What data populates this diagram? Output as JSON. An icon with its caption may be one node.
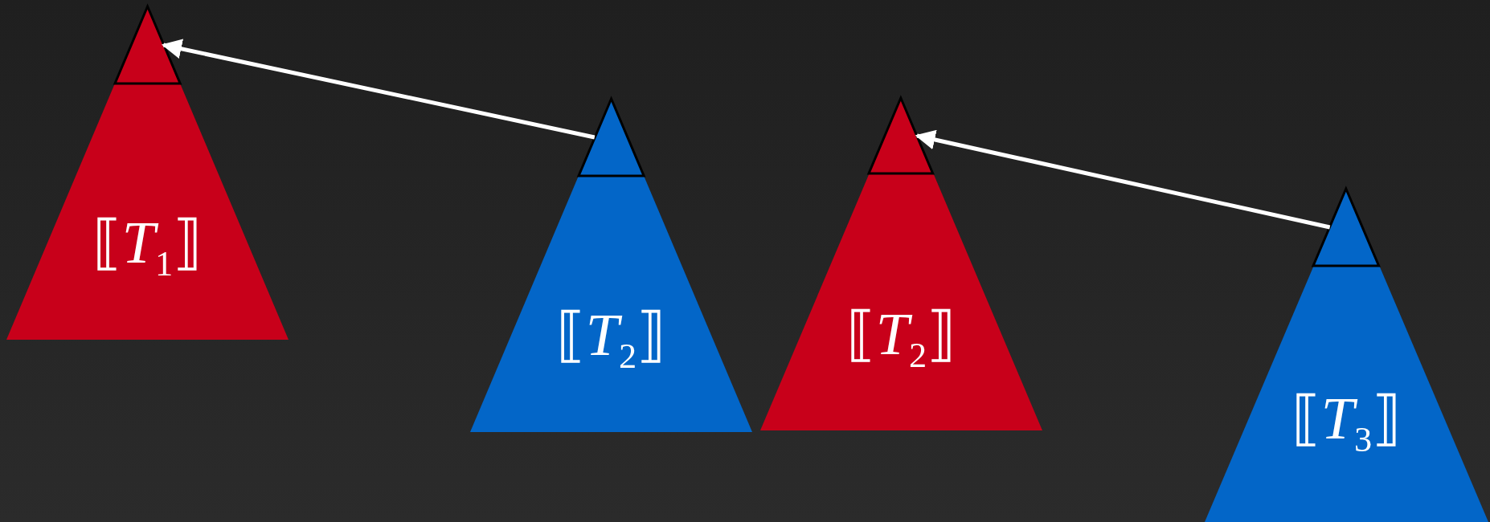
{
  "diagram": {
    "nodes": [
      {
        "text": [
          "⟦*T*$_{1}$⟧"
        ]
      },
      {
        "text": [],
        "shape": "triangle",
        "in": 0
      },
      {
        "text": [
          "⟦*T*$_{2}$⟧"
        ]
      },
      {
        "text": [],
        "shape": "triangle",
        "in": 2
      },
      {
        "text": [
          "⟦*T*$_{2}$⟧"
        ]
      },
      {
        "text": [],
        "shape": "triangle",
        "in": 4
      },
      {
        "text": [
          "⟦*T*$_{3}$⟧"
        ]
      },
      {
        "text": [],
        "shape": "triangle",
        "in": 6
      }
    ],
    "edges": [
      {
        "from": 3,
        "to": 1,
        "arrow": "to"
      },
      {
        "from": 7,
        "to": 5,
        "arrow": "to"
      }
    ]
  }
}
